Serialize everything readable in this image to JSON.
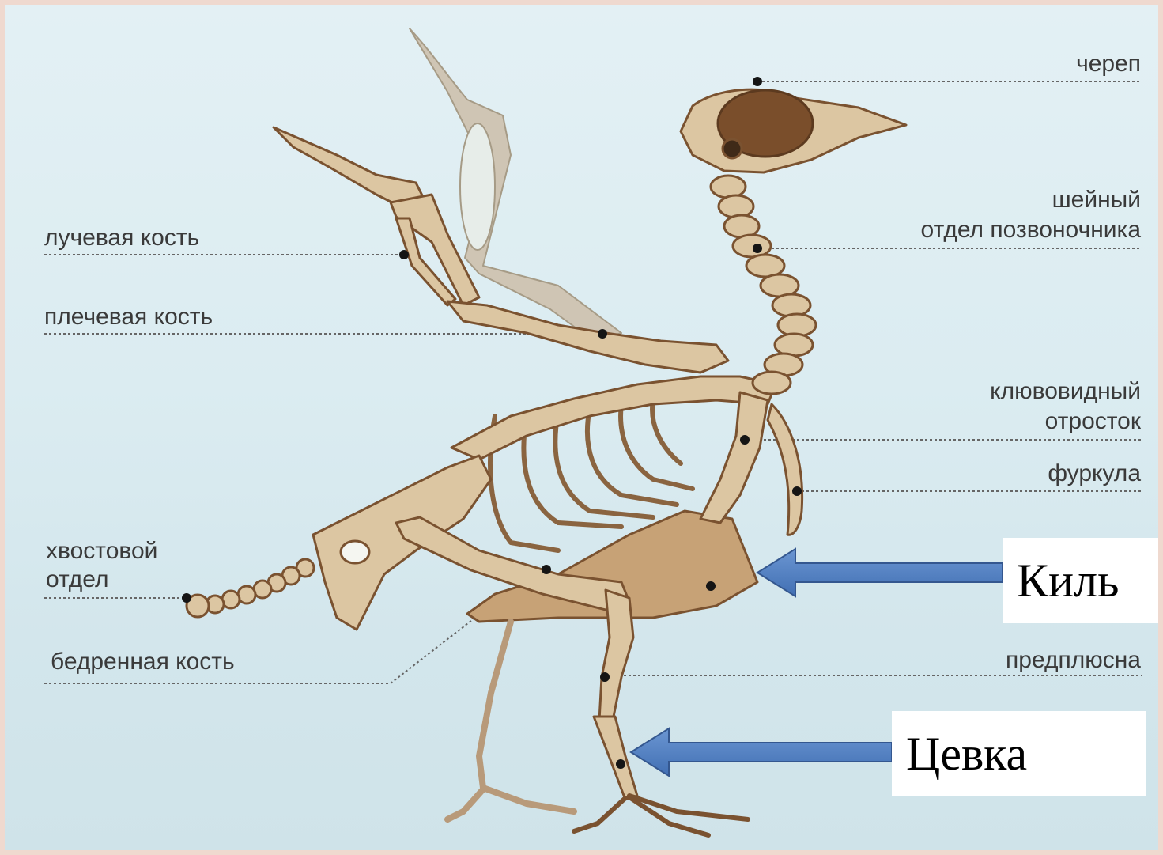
{
  "labels": {
    "skull": "череп",
    "cervical_1": "шейный",
    "cervical_2": "отдел позвоночника",
    "radius": "лучевая кость",
    "humerus": "плечевая кость",
    "coracoid_1": "клювовидный",
    "coracoid_2": "отросток",
    "furcula": "фуркула",
    "tail_1": "хвостовой",
    "tail_2": "отдел",
    "femur": "бедренная кость",
    "tarsus": "предплюсна"
  },
  "callouts": {
    "keel": "Киль",
    "tarsometatarsus": "Цевка"
  },
  "colors": {
    "background": "#dbecf1",
    "bone": "#dcc6a2",
    "bone_outline": "#7a5230",
    "shadow": "#b89066",
    "arrow": "#4f7ec0",
    "leader": "#555555"
  }
}
